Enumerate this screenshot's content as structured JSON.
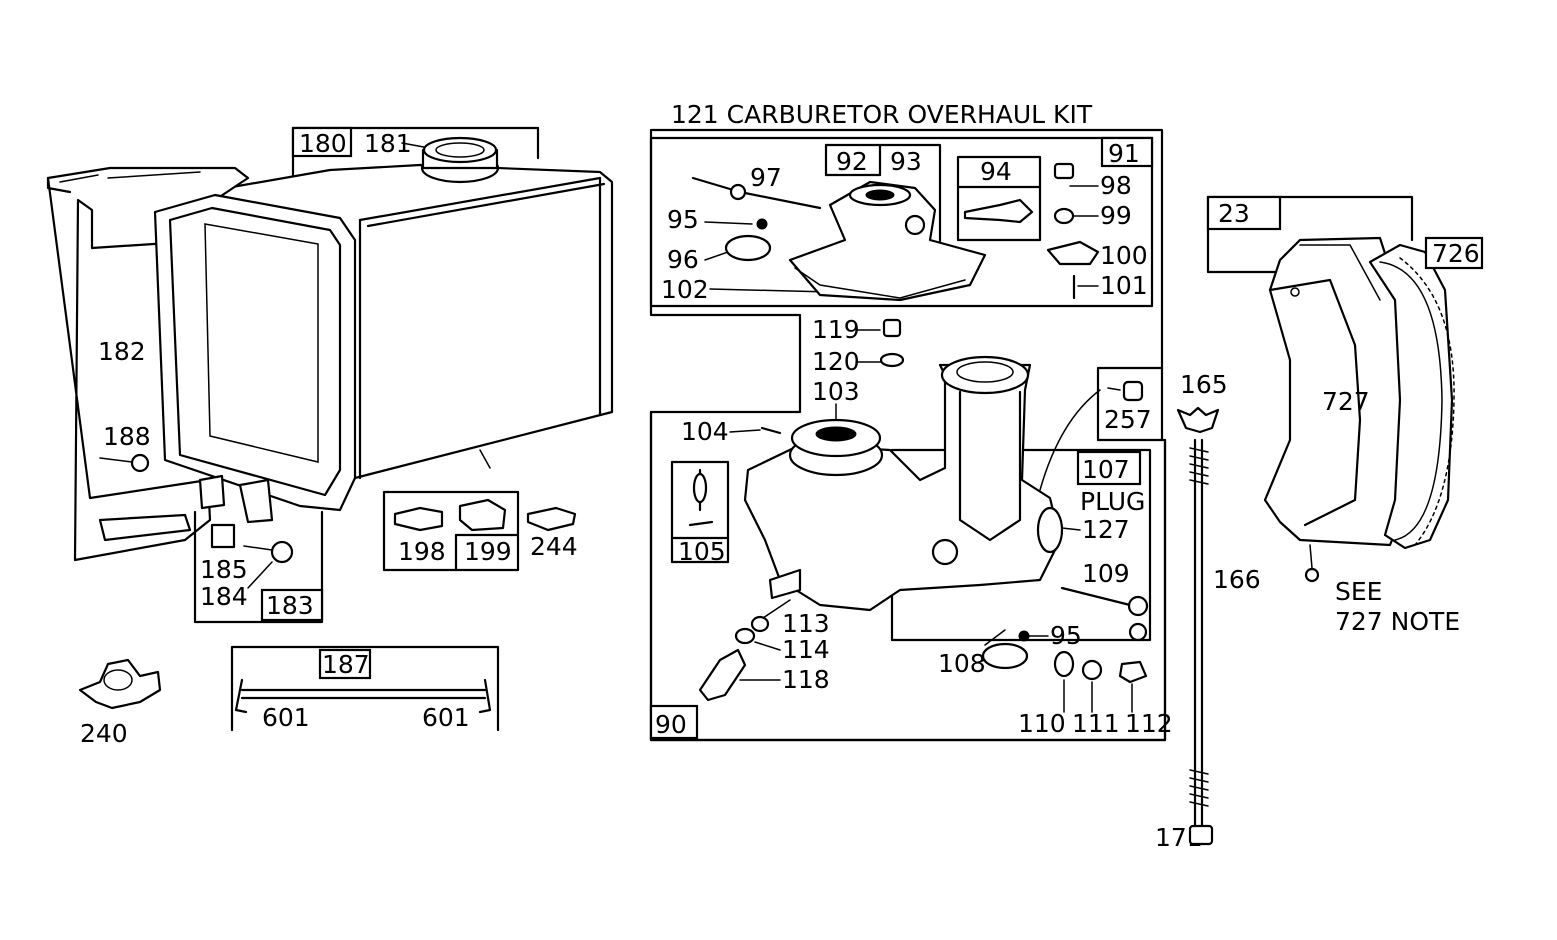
{
  "title": "121 CARBURETOR OVERHAUL KIT",
  "labels": {
    "p23": "23",
    "p90": "90",
    "p91": "91",
    "p92": "92",
    "p93": "93",
    "p94": "94",
    "p95a": "95",
    "p95b": "95",
    "p96": "96",
    "p97": "97",
    "p98": "98",
    "p99": "99",
    "p100": "100",
    "p101": "101",
    "p102": "102",
    "p103": "103",
    "p104": "104",
    "p105": "105",
    "p107": "107",
    "p108": "108",
    "p109": "109",
    "p110": "110",
    "p111": "111",
    "p112": "112",
    "p113": "113",
    "p114": "114",
    "p118": "118",
    "p119": "119",
    "p120": "120",
    "p127": "127",
    "plug": "PLUG",
    "p165": "165",
    "p166": "166",
    "p171": "171",
    "p180": "180",
    "p181": "181",
    "p182": "182",
    "p183": "183",
    "p184": "184",
    "p185": "185",
    "p187": "187",
    "p188": "188",
    "p198": "198",
    "p199": "199",
    "p240": "240",
    "p244": "244",
    "p257": "257",
    "p601a": "601",
    "p601b": "601",
    "p726": "726",
    "p727": "727",
    "see": "SEE",
    "note727": "727 NOTE"
  }
}
